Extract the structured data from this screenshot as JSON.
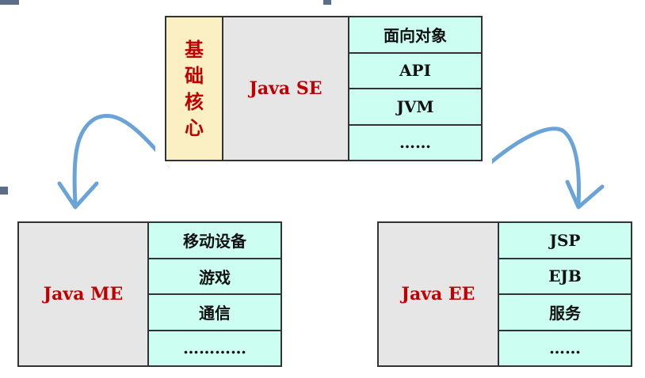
{
  "se": {
    "side_chars": [
      "基",
      "础",
      "核",
      "心"
    ],
    "title": "Java SE",
    "items": [
      "面向对象",
      "API",
      "JVM",
      "……"
    ]
  },
  "me": {
    "title": "Java ME",
    "items": [
      "移动设备",
      "游戏",
      "通信",
      "…………"
    ]
  },
  "ee": {
    "title": "Java EE",
    "items": [
      "JSP",
      "EJB",
      "服务",
      "……"
    ]
  },
  "colors": {
    "title_text": "#c00000",
    "item_fill": "#ccfff2",
    "side_fill": "#fbf0c3",
    "panel_fill": "#e6e6e6",
    "arrow": "#6aa3d8"
  }
}
